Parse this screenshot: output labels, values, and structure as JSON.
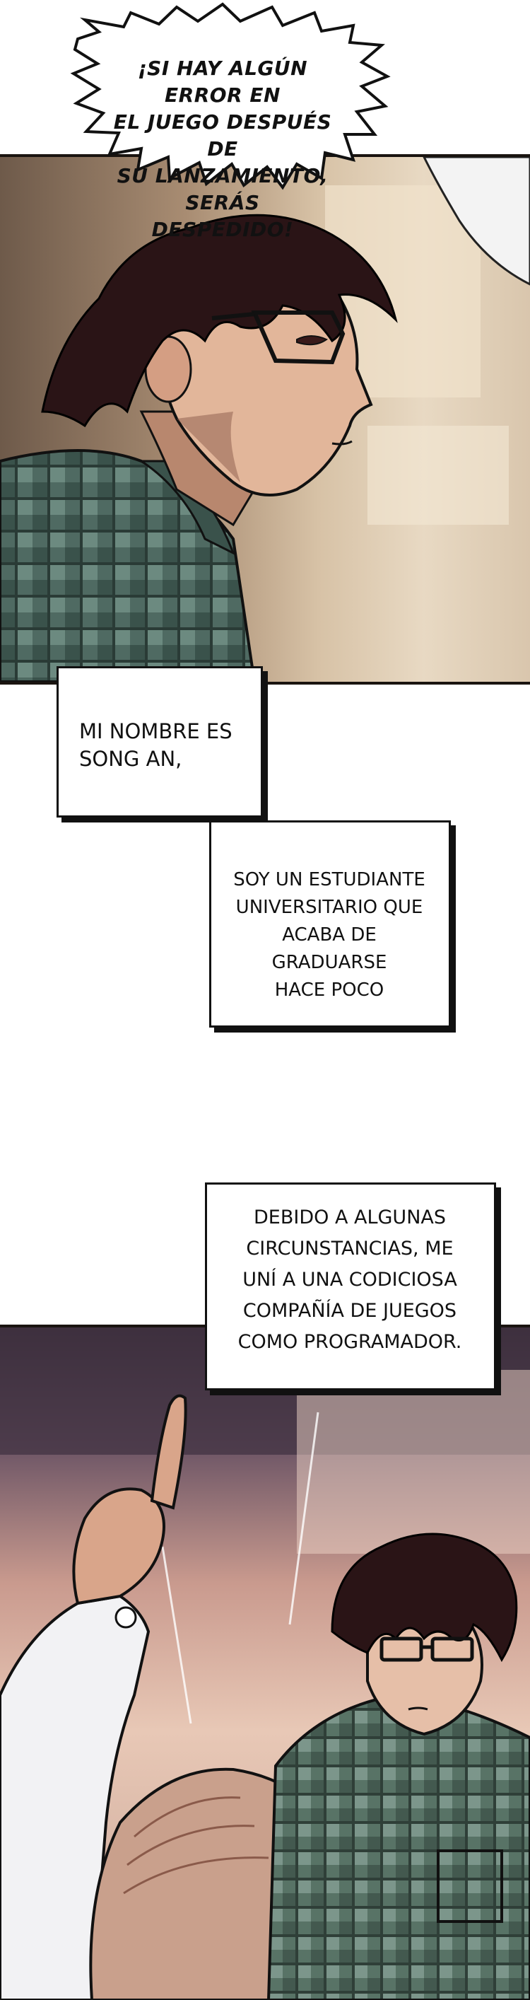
{
  "speech_bubble": {
    "text": "¡SI HAY ALGÚN ERROR EN\nEL JUEGO DESPUÉS DE\nSU LANZAMIENTO, SERÁS\nDESPEDIDO!"
  },
  "narration": [
    {
      "text": "MI NOMBRE ES\nSONG AN,"
    },
    {
      "text": "SOY UN ESTUDIANTE\nUNIVERSITARIO QUE\nACABA DE GRADUARSE\nHACE POCO"
    },
    {
      "text": "DEBIDO A ALGUNAS\nCIRCUNSTANCIAS, ME\nUNÍ A UNA CODICIOSA\nCOMPAÑÍA DE JUEGOS\nCOMO PROGRAMADOR."
    }
  ],
  "colors": {
    "ink": "#111111",
    "shirt_green": "#4f6a62",
    "hair": "#2a1416",
    "skin": "#e2b69a"
  }
}
